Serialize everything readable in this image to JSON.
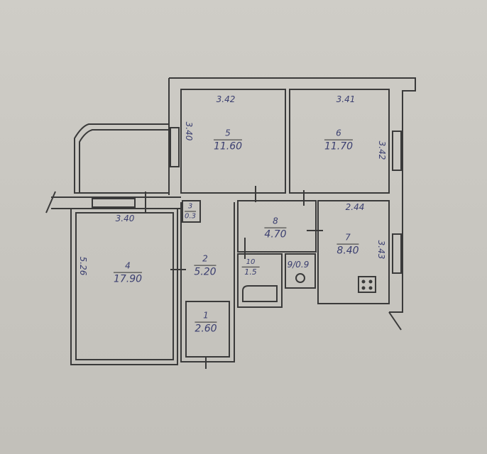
{
  "plan": {
    "rooms": [
      {
        "id": "1",
        "number": "1",
        "area": "2.60"
      },
      {
        "id": "2",
        "number": "2",
        "area": "5.20"
      },
      {
        "id": "3",
        "number": "3",
        "area": "0.3"
      },
      {
        "id": "4",
        "number": "4",
        "area": "17.90"
      },
      {
        "id": "5",
        "number": "5",
        "area": "11.60"
      },
      {
        "id": "6",
        "number": "6",
        "area": "11.70"
      },
      {
        "id": "7",
        "number": "7",
        "area": "8.40"
      },
      {
        "id": "8",
        "number": "8",
        "area": "4.70"
      },
      {
        "id": "9",
        "number": "9",
        "area": "0.9"
      },
      {
        "id": "10",
        "number": "10",
        "area": "1.5"
      }
    ],
    "dimensions": {
      "room5_width": "3.42",
      "room5_depth": "3.40",
      "room6_width": "3.41",
      "room6_depth": "3.42",
      "room4_width": "3.40",
      "room4_depth": "5.26",
      "room7_width": "2.44",
      "room7_depth": "3.43"
    }
  }
}
